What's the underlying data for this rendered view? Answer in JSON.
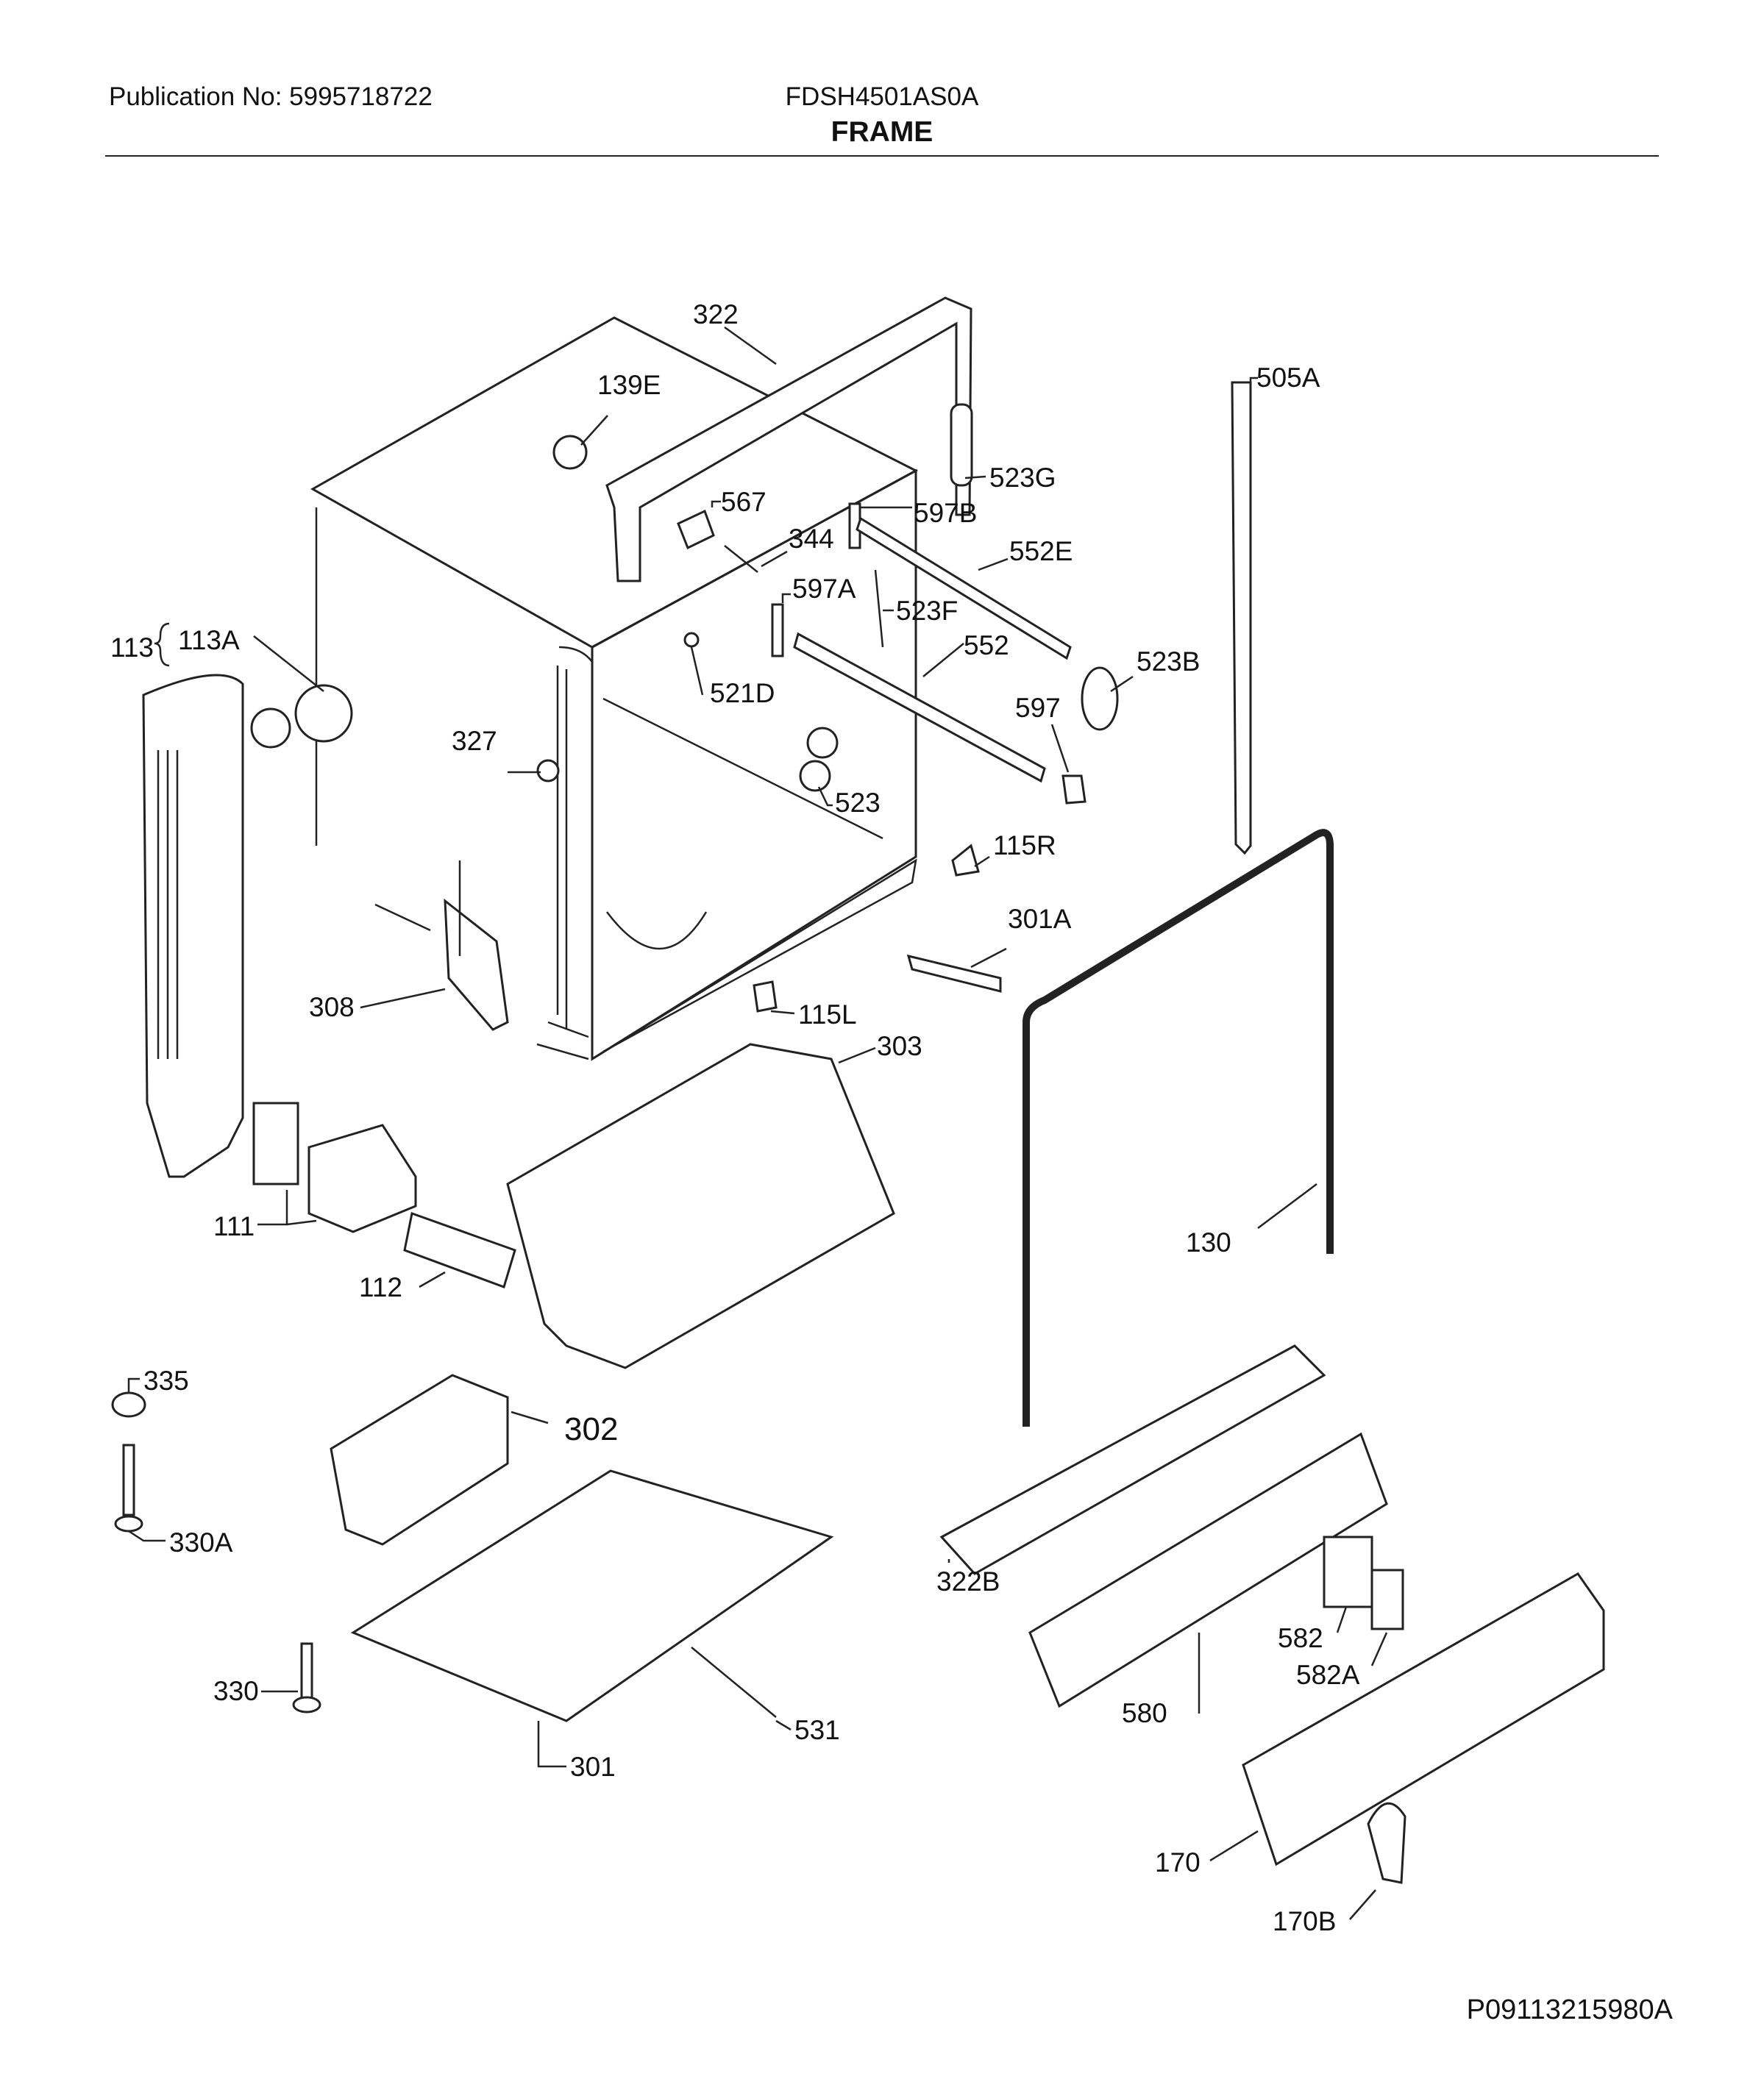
{
  "header": {
    "publication": "Publication No: 5995718722",
    "model": "FDSH4501AS0A",
    "section": "FRAME"
  },
  "footer": {
    "code": "P09113215980A"
  },
  "callouts": [
    {
      "id": "322",
      "label": "322"
    },
    {
      "id": "139E",
      "label": "139E"
    },
    {
      "id": "505A",
      "label": "505A"
    },
    {
      "id": "523G",
      "label": "523G"
    },
    {
      "id": "567",
      "label": "567"
    },
    {
      "id": "597B",
      "label": "597B"
    },
    {
      "id": "344",
      "label": "344"
    },
    {
      "id": "552E",
      "label": "552E"
    },
    {
      "id": "597A",
      "label": "597A"
    },
    {
      "id": "523F",
      "label": "523F"
    },
    {
      "id": "113",
      "label": "113"
    },
    {
      "id": "113A",
      "label": "113A"
    },
    {
      "id": "552",
      "label": "552"
    },
    {
      "id": "523B",
      "label": "523B"
    },
    {
      "id": "521D",
      "label": "521D"
    },
    {
      "id": "597",
      "label": "597"
    },
    {
      "id": "327",
      "label": "327"
    },
    {
      "id": "523",
      "label": "523"
    },
    {
      "id": "115R",
      "label": "115R"
    },
    {
      "id": "301A",
      "label": "301A"
    },
    {
      "id": "308",
      "label": "308"
    },
    {
      "id": "115L",
      "label": "115L"
    },
    {
      "id": "303",
      "label": "303"
    },
    {
      "id": "111",
      "label": "111"
    },
    {
      "id": "130",
      "label": "130"
    },
    {
      "id": "112",
      "label": "112"
    },
    {
      "id": "335",
      "label": "335"
    },
    {
      "id": "302",
      "label": "302"
    },
    {
      "id": "330A",
      "label": "330A"
    },
    {
      "id": "322B",
      "label": "322B"
    },
    {
      "id": "582",
      "label": "582"
    },
    {
      "id": "582A",
      "label": "582A"
    },
    {
      "id": "330",
      "label": "330"
    },
    {
      "id": "580",
      "label": "580"
    },
    {
      "id": "531",
      "label": "531"
    },
    {
      "id": "301",
      "label": "301"
    },
    {
      "id": "170",
      "label": "170"
    },
    {
      "id": "170B",
      "label": "170B"
    }
  ]
}
